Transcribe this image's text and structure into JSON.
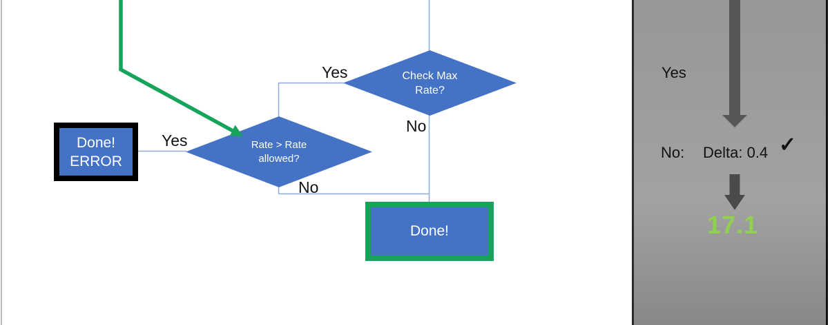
{
  "flowchart": {
    "error_box": {
      "line1": "Done!",
      "line2": "ERROR"
    },
    "decision_max": {
      "line1": "Check Max",
      "line2": "Rate?"
    },
    "decision_rate": {
      "line1": "Rate > Rate",
      "line2": "allowed?"
    },
    "done_box": {
      "label": "Done!"
    },
    "labels": {
      "yes_max": "Yes",
      "no_max": "No",
      "yes_rate": "Yes",
      "no_rate": "No"
    }
  },
  "panel": {
    "yes_label": "Yes",
    "no_label": "No:",
    "delta_label": "Delta: 0.4",
    "check_icon": "✓",
    "result_value": "17.1"
  },
  "colors": {
    "shape_blue": "#4472C4",
    "connector_blue": "#8FAADC",
    "green_accent": "#16A35A",
    "value_green": "#92D050",
    "arrow_gray": "#575757",
    "error_border": "#000000",
    "panel_border": "#2b2b2b"
  }
}
